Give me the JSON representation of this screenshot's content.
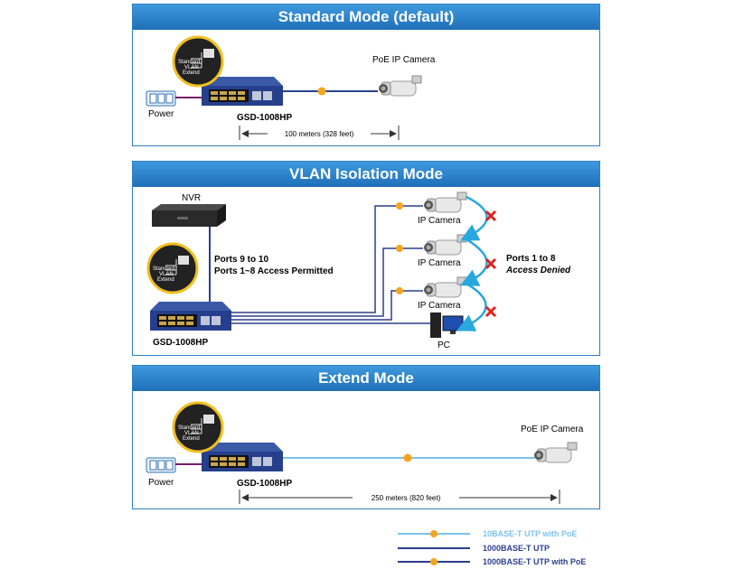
{
  "sections": {
    "standard": {
      "title": "Standard Mode (default)",
      "switch_label": "GSD-1008HP",
      "power_label": "Power",
      "camera_label": "PoE IP Camera",
      "distance": "100 meters (328 feet)",
      "mode_switch": [
        "Standard",
        "VLAN",
        "Extend"
      ]
    },
    "vlan": {
      "title": "VLAN Isolation Mode",
      "nvr_label": "NVR",
      "switch_label": "GSD-1008HP",
      "ports_upper_line1": "Ports 9 to 10",
      "ports_upper_line2": "Ports 1~8 Access Permitted",
      "ports_denied_line1": "Ports 1 to 8",
      "ports_denied_line2": "Access Denied",
      "camera_labels": [
        "IP Camera",
        "IP Camera",
        "IP Camera"
      ],
      "pc_label": "PC",
      "mode_switch": [
        "Standard",
        "VLAN",
        "Extend"
      ]
    },
    "extend": {
      "title": "Extend Mode",
      "switch_label": "GSD-1008HP",
      "power_label": "Power",
      "camera_label": "PoE IP Camera",
      "distance": "250 meters (820 feet)",
      "mode_switch": [
        "Standard",
        "VLAN",
        "Extend"
      ]
    }
  },
  "legend": [
    {
      "label": "10BASE-T UTP with PoE",
      "color": "#7cc3ea"
    },
    {
      "label": "1000BASE-T UTP",
      "color": "#2b3e8f"
    },
    {
      "label": "1000BASE-T UTP with PoE",
      "color": "#2b3e8f"
    }
  ],
  "colors": {
    "header": "#1f6fb8",
    "poe_marker": "#f2a51f",
    "switch_body": "#253f8c",
    "deny_mark": "#e0231f",
    "arrow": "#29a7df"
  }
}
